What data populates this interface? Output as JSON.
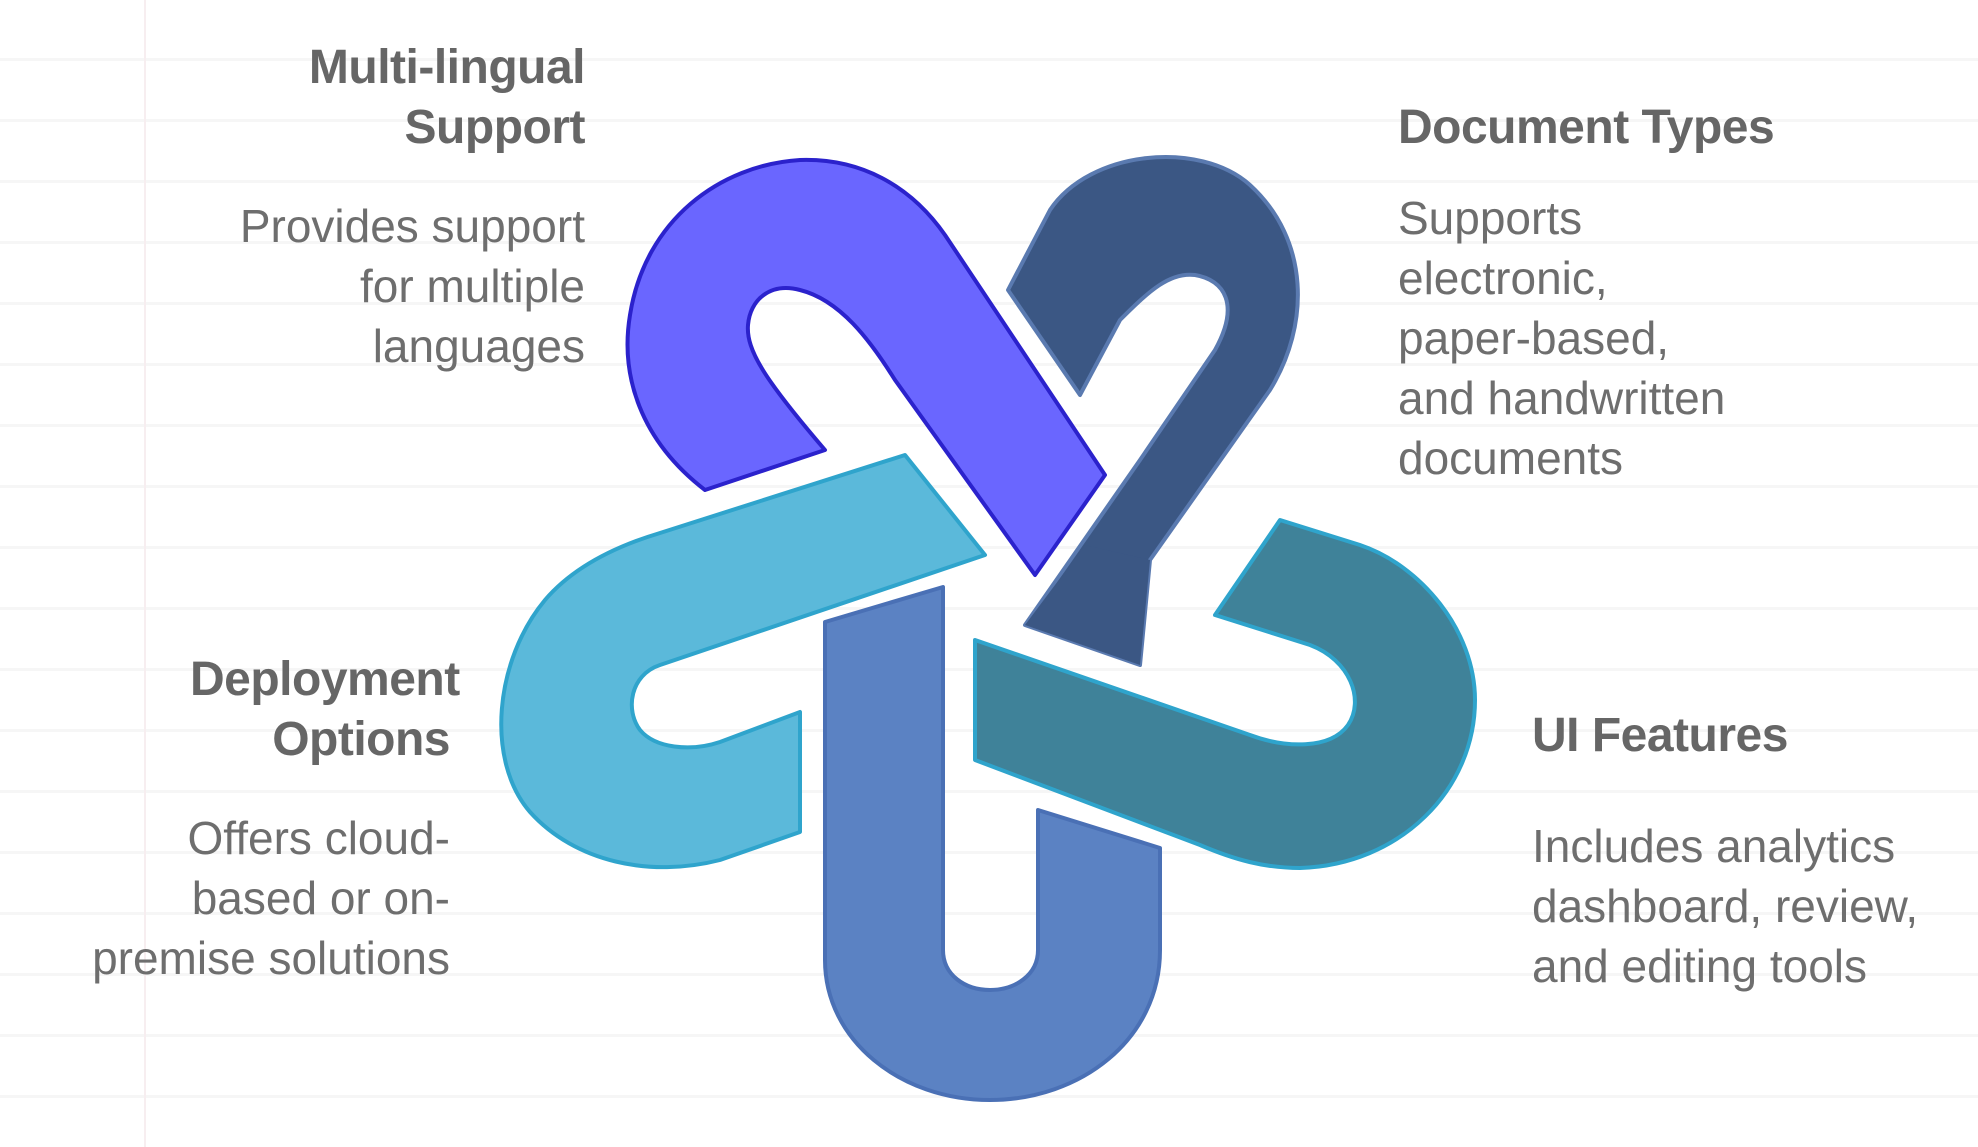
{
  "features": {
    "multilingual": {
      "title": "Multi-lingual Support",
      "description": "Provides support\nfor multiple\nlanguages",
      "color": "#6a66ff"
    },
    "document_types": {
      "title": "Document Types",
      "description": "Supports\nelectronic,\npaper-based,\nand handwritten\ndocuments",
      "color": "#3b5784"
    },
    "deployment": {
      "title": "Deployment Options",
      "description": "Offers cloud-\nbased or on-\npremise solutions",
      "color": "#5bb9da"
    },
    "ui_features": {
      "title": "UI Features",
      "description": "Includes analytics\ndashboard, review,\nand editing tools",
      "color": "#3f8299"
    },
    "center_link": {
      "color": "#5b82c3"
    }
  }
}
